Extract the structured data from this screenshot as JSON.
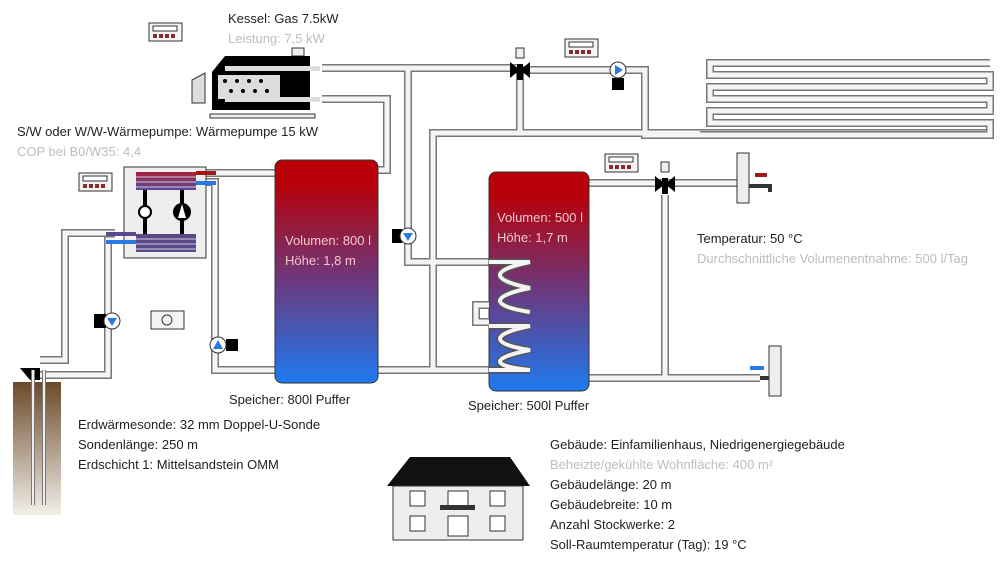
{
  "boiler": {
    "title": "Kessel: Gas 7.5kW",
    "power": "Leistung: 7,5 kW"
  },
  "heat_pump": {
    "title": "S/W oder W/W-Wärmepumpe: Wärmepumpe 15 kW",
    "cop": "COP bei B0/W35: 4,4"
  },
  "buffer_tank": {
    "volume": "Volumen: 800 l",
    "height": "Höhe: 1,8 m",
    "label": "Speicher: 800l Puffer"
  },
  "dhw_tank": {
    "volume": "Volumen: 500 l",
    "height": "Höhe: 1,7 m",
    "label": "Speicher: 500l Puffer"
  },
  "hot_water": {
    "temperature": "Temperatur: 50 °C",
    "draw": "Durchschnittliche Volumenentnahme: 500 l/Tag"
  },
  "ground_probe": {
    "type": "Erdwärmesonde: 32 mm Doppel-U-Sonde",
    "length": "Sondenlänge: 250 m",
    "layer": "Erdschicht 1: Mittelsandstein OMM"
  },
  "building": {
    "type": "Gebäude: Einfamilienhaus, Niedrigenergiegebäude",
    "area": "Beheizte/gekühlte Wohnfläche: 400 m²",
    "length": "Gebäudelänge: 20 m",
    "width": "Gebäudebreite: 10 m",
    "floors": "Anzahl Stockwerke: 2",
    "room_temp": "Soll-Raumtemperatur (Tag): 19 °C"
  },
  "colors": {
    "hot": "#c00000",
    "cold": "#2a78e4",
    "soil": "#7a5a3a",
    "pipe": "#777777"
  }
}
